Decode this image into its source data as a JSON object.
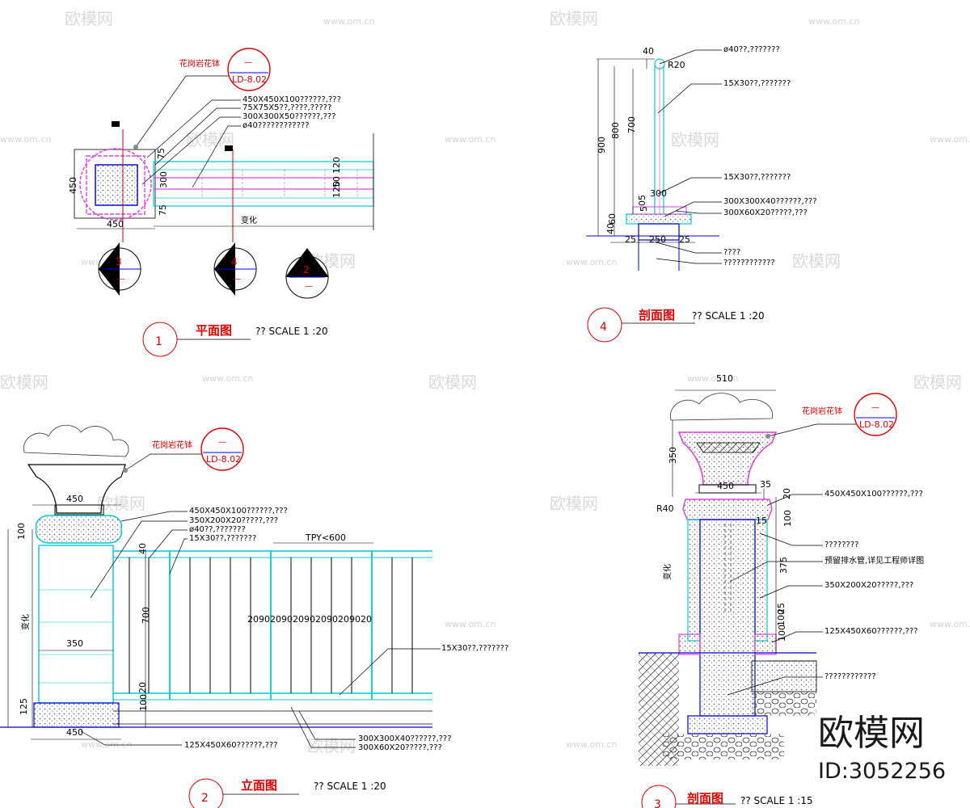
{
  "plan": {
    "tag": "花岗岩花钵",
    "ref_top": "—",
    "ref_bottom": "LD-8.02",
    "notes": [
      "450X450X100??????,???",
      "75X75X5??,????,?????",
      "300X300X50??????,???",
      "ø40????????????"
    ],
    "dims": {
      "d450v": "450",
      "d450h": "450",
      "d75a": "75",
      "d300": "300",
      "d75b": "75",
      "d120a": "120",
      "d120b": "120",
      "d50": "50",
      "var": "变化"
    },
    "sections": [
      {
        "num": "3",
        "dash": "—"
      },
      {
        "num": "4",
        "dash": "—"
      },
      {
        "num": "2",
        "dash": "—"
      }
    ],
    "title": {
      "num": "1",
      "name": "平面图",
      "scale": "?? SCALE 1 :20"
    }
  },
  "sec4": {
    "notes": [
      "ø40??,???????",
      "15X30??,???????",
      "15X30??,???????",
      "300X300X40??????,???",
      "300X60X20?????,???",
      "????",
      "????????????"
    ],
    "dims": {
      "d40": "40",
      "r20": "R20",
      "d900": "900",
      "d800": "800",
      "d700": "700",
      "d300": "300",
      "d5": "5",
      "d05": "05",
      "d60": "60",
      "d40b": "40",
      "d25a": "25",
      "d250": "250",
      "d25b": "25"
    },
    "title": {
      "num": "4",
      "name": "剖面图",
      "scale": "?? SCALE 1 :20"
    }
  },
  "elev": {
    "tag": "花岗岩花钵",
    "ref_top": "—",
    "ref_bottom": "LD-8.02",
    "notes": [
      "450X450X100??????,???",
      "350X200X20?????,???",
      "ø40??,???????",
      "15X30??,???????",
      "15X30??,???????",
      "125X450X60??????,???",
      "300X300X40??????,???",
      "300X60X20?????,???"
    ],
    "dims": {
      "d450top": "450",
      "d100": "100",
      "var": "变化",
      "d350": "350",
      "d125": "125",
      "d450bot": "450",
      "d40": "40",
      "d700": "700",
      "d20": "20",
      "d100b": "100",
      "tpy": "TPY<600",
      "spacing": "2090209020902090209020"
    },
    "title": {
      "num": "2",
      "name": "立面图",
      "scale": "?? SCALE 1 :20"
    }
  },
  "sec3": {
    "tag": "花岗岩花钵",
    "ref_top": "—",
    "ref_bottom": "LD-8.02",
    "notes": [
      "450X450X100??????,???",
      "????????",
      "预留排水管,详见工程师详图",
      "350X200X20?????,???",
      "125X450X60??????,???",
      "????????????"
    ],
    "dims": {
      "d510": "510",
      "d350": "350",
      "d450": "450",
      "d35": "35",
      "r40": "R40",
      "d20": "20",
      "d15": "15",
      "d100": "100",
      "d375": "375",
      "d25": "25",
      "d100b": "100",
      "d100c": "100",
      "var": "变化"
    },
    "title": {
      "num": "3",
      "name": "剖面图",
      "scale": "?? SCALE 1 :15"
    }
  },
  "watermark": {
    "brand": "欧模网",
    "site": "www.om.cn",
    "logo": "欧模网",
    "id": "ID:3052256"
  }
}
